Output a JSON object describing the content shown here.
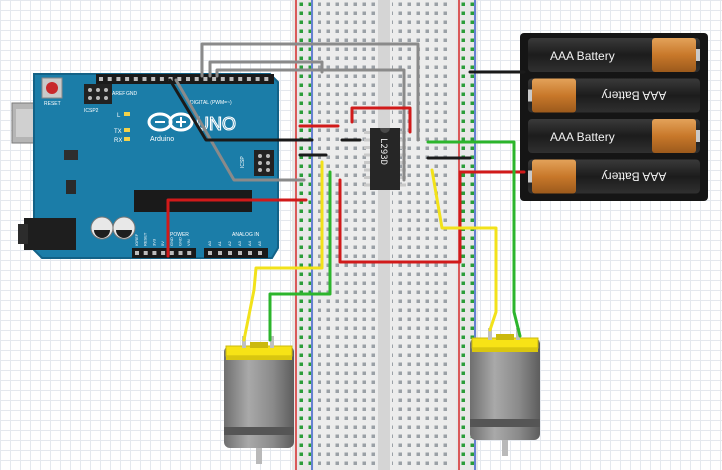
{
  "arduino": {
    "reset_label": "RESET",
    "icsp2_label": "ICSP2",
    "icsp_label": "ICSP",
    "aref_label": "AREF",
    "gnd_label": "GND",
    "digital_label": "DIGITAL (PWM=~)",
    "logo_text": "UNO",
    "brand_text": "Arduino",
    "led_labels": [
      "L",
      "TX",
      "RX"
    ],
    "power_label": "POWER",
    "analog_label": "ANALOG IN",
    "power_pins": [
      "IOREF",
      "RESET",
      "3V3",
      "5V",
      "GND",
      "GND",
      "VIN"
    ],
    "analog_pins": [
      "A0",
      "A1",
      "A2",
      "A3",
      "A4",
      "A5"
    ]
  },
  "driver_ic": {
    "label": "L293D"
  },
  "battery_pack": {
    "cells": [
      {
        "label": "AAA Battery",
        "flipped": false
      },
      {
        "label": "AAA Battery",
        "flipped": true
      },
      {
        "label": "AAA Battery",
        "flipped": false
      },
      {
        "label": "AAA Battery",
        "flipped": true
      }
    ]
  },
  "colors": {
    "arduino_board": "#1b7da8",
    "breadboard": "#ececec",
    "rail_red": "#d62b2b",
    "rail_blue": "#3a5fc9",
    "wire_red": "#d11a1a",
    "wire_black": "#1a1a1a",
    "wire_gray": "#8a8a8a",
    "wire_yellow": "#f2e21a",
    "wire_green": "#2cb52c",
    "motor_cap": "#f7e316",
    "motor_body": "#8d8d8d",
    "battery_copper": "#c8782a"
  }
}
